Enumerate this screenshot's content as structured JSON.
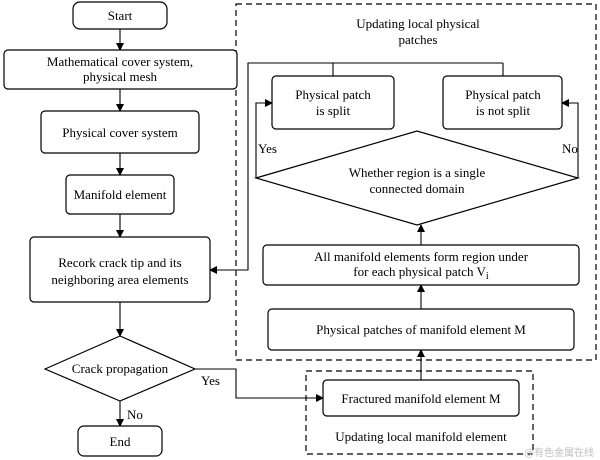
{
  "nodes": {
    "start": "Start",
    "math_cover": [
      "Mathematical cover system,",
      "physical mesh"
    ],
    "phys_cover": "Physical cover system",
    "manifold": "Manifold element",
    "recork": [
      "Recork crack tip and its",
      "neighboring area elements"
    ],
    "crack": "Crack propagation",
    "end": "End",
    "fractured": "Fractured manifold element M",
    "patches_m": "Physical patches of manifold element M",
    "region": [
      "All manifold elements form region under",
      "for each physical patch V"
    ],
    "whether": [
      "Whether region is a single",
      "connected domain"
    ],
    "split": [
      "Physical patch",
      "is split"
    ],
    "not_split": [
      "Physical patch",
      "is not split"
    ]
  },
  "region_subscript": "i",
  "groups": {
    "updating_patches": [
      "Updating local physical",
      "patches"
    ],
    "updating_element": "Updating local manifold element"
  },
  "edges": {
    "yes_crack": "Yes",
    "no_crack": "No",
    "yes_split": "Yes",
    "no_split": "No"
  },
  "watermark": "@有色金属在线"
}
